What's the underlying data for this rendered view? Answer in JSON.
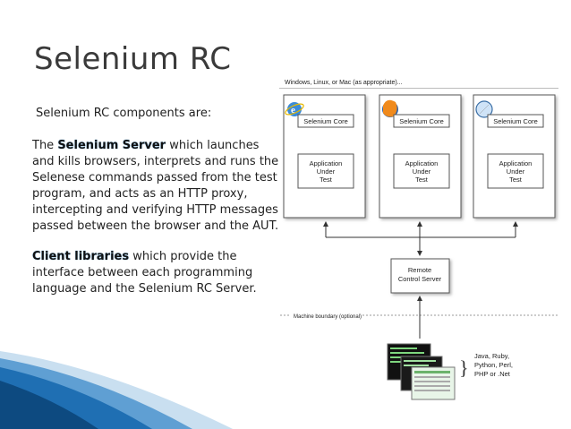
{
  "slide": {
    "title": "Selenium RC",
    "intro": "Selenium RC components are:",
    "server_prefix": "The ",
    "server_highlight": "Selenium Server",
    "server_text": " which launches and kills browsers, interprets and runs the Selenese commands passed from the test program, and acts as an HTTP proxy, intercepting and verifying HTTP messages passed between the browser and the AUT.",
    "client_highlight": "Client libraries",
    "client_text": " which provide the interface between each programming language and the Selenium RC Server."
  },
  "diagram": {
    "os_label": "Windows, Linux, or Mac (as appropriate)...",
    "machines": [
      {
        "browser_icon": "ie-icon",
        "core_label": "Selenium Core",
        "app_lines": [
          "Application",
          "Under",
          "Test"
        ]
      },
      {
        "browser_icon": "firefox-icon",
        "core_label": "Selenium Core",
        "app_lines": [
          "Application",
          "Under",
          "Test"
        ]
      },
      {
        "browser_icon": "safari-icon",
        "core_label": "Selenium Core",
        "app_lines": [
          "Application",
          "Under",
          "Test"
        ]
      }
    ],
    "server_lines": [
      "Remote",
      "Control Server"
    ],
    "boundary_label": "Machine boundary (optional)",
    "languages_lines": [
      "Java, Ruby,",
      "Python, Perl,",
      "PHP or .Net"
    ]
  },
  "colors": {
    "accent_blue": "#1f6fb3",
    "highlight_blue": "#2b8fd6",
    "box_border": "#555555"
  }
}
